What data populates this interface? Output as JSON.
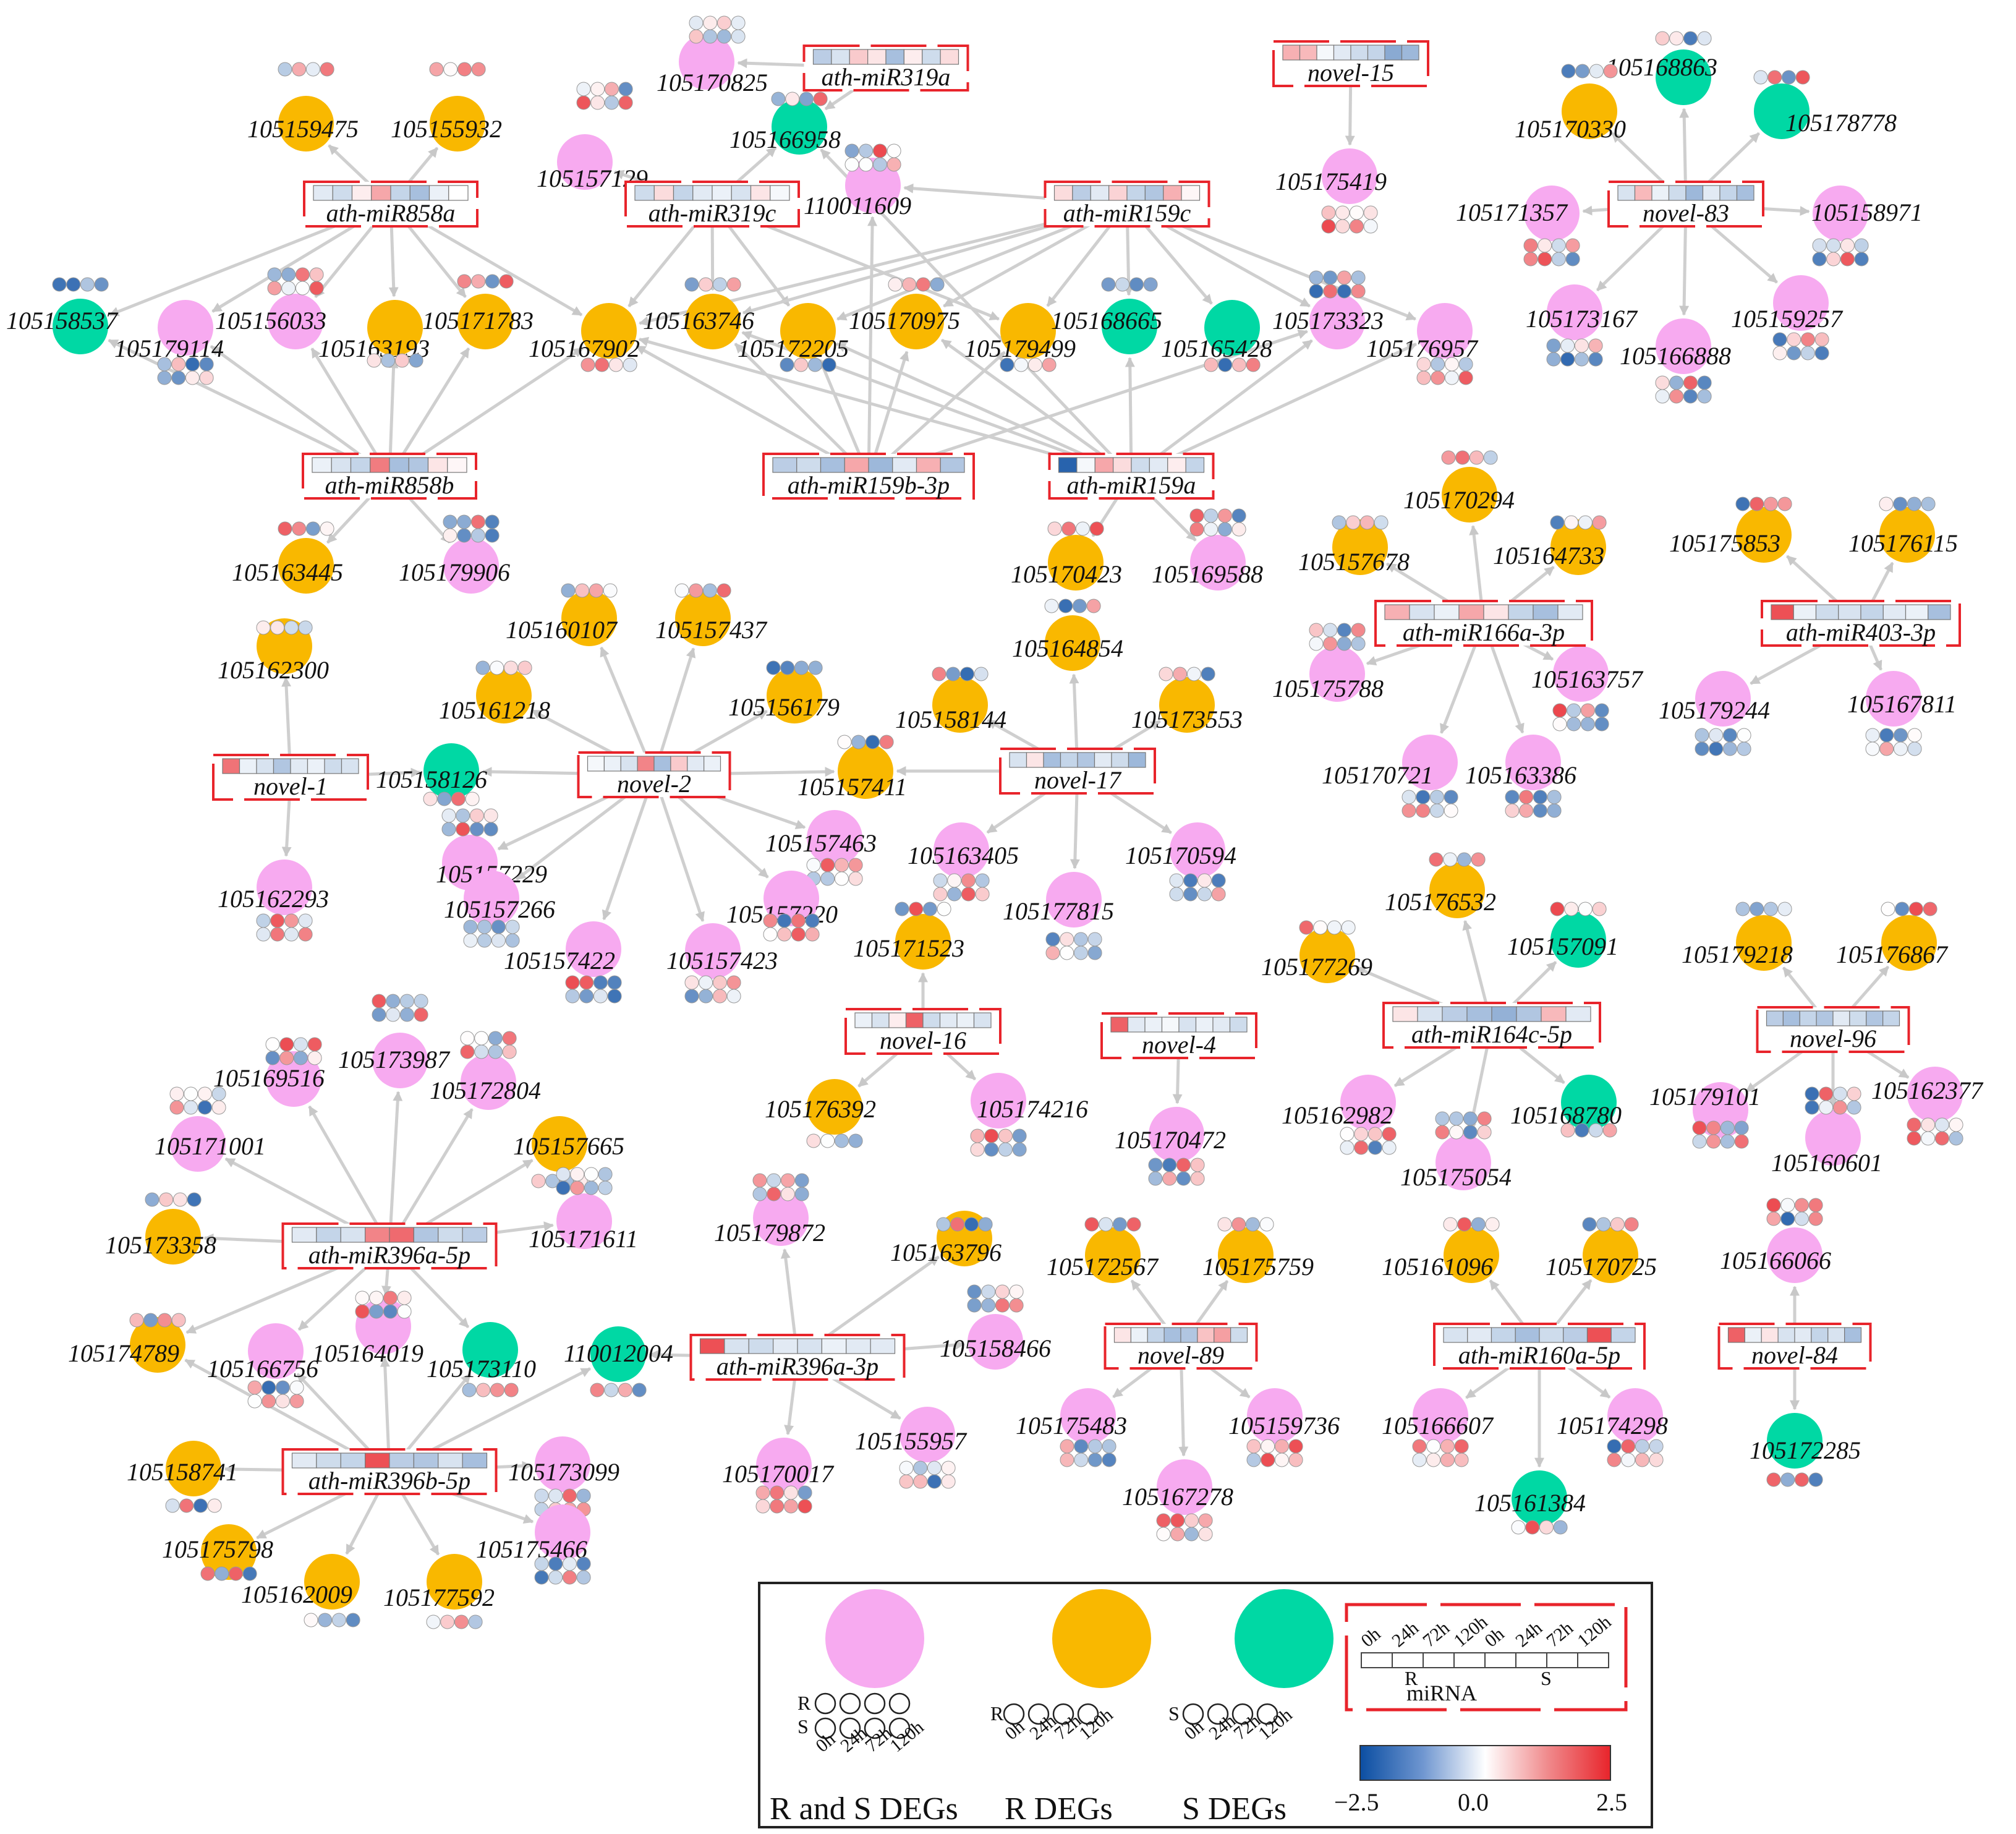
{
  "node_colors": {
    "RS": "#f7aaf0",
    "R": "#f9b800",
    "S": "#00d8a4"
  },
  "heat_colors": {
    "low": "#0b4ea2",
    "mid": "#ffffff",
    "high": "#e8242b"
  },
  "mirnas": [
    {
      "id": "ath-miR858a",
      "label": "ath-miR858a",
      "vals": [
        -0.3,
        -0.5,
        0.2,
        1.0,
        -0.6,
        -0.9,
        -0.2,
        0.0
      ]
    },
    {
      "id": "ath-miR319c",
      "label": "ath-miR319c",
      "vals": [
        -0.5,
        0.4,
        -0.6,
        -0.3,
        -0.2,
        -0.4,
        0.3,
        -0.1
      ]
    },
    {
      "id": "ath-miR319a",
      "label": "ath-miR319a",
      "vals": [
        -0.7,
        -0.4,
        0.6,
        0.3,
        -0.9,
        0.2,
        -0.5,
        0.4
      ]
    },
    {
      "id": "ath-miR159c",
      "label": "ath-miR159c",
      "vals": [
        0.4,
        -0.7,
        -0.3,
        0.5,
        -0.6,
        -0.8,
        0.9,
        0.1
      ]
    },
    {
      "id": "novel-15",
      "label": "novel-15",
      "vals": [
        0.9,
        0.8,
        -0.1,
        -0.3,
        -0.5,
        -0.6,
        -1.2,
        -1.0
      ]
    },
    {
      "id": "novel-83",
      "label": "novel-83",
      "vals": [
        -0.4,
        0.8,
        -0.2,
        -0.5,
        -1.0,
        -0.3,
        -0.6,
        -0.9
      ]
    },
    {
      "id": "ath-miR858b",
      "label": "ath-miR858b",
      "vals": [
        -0.2,
        -0.4,
        -0.6,
        1.5,
        -0.9,
        -0.8,
        0.3,
        0.1
      ]
    },
    {
      "id": "ath-miR159b-3p",
      "label": "ath-miR159b-3p",
      "vals": [
        -0.7,
        -0.5,
        -0.9,
        1.0,
        -1.0,
        -0.3,
        0.9,
        -0.8
      ]
    },
    {
      "id": "ath-miR159a",
      "label": "ath-miR159a",
      "vals": [
        -2.2,
        -0.1,
        1.0,
        0.4,
        -0.5,
        -0.3,
        0.2,
        -0.6
      ]
    },
    {
      "id": "ath-miR166a-3p",
      "label": "ath-miR166a-3p",
      "vals": [
        0.9,
        -0.4,
        -0.2,
        1.0,
        0.3,
        -0.6,
        -0.9,
        -0.3
      ]
    },
    {
      "id": "ath-miR403-3p",
      "label": "ath-miR403-3p",
      "vals": [
        2.0,
        -0.2,
        -0.5,
        -0.4,
        -0.6,
        -0.3,
        -0.2,
        -0.9
      ]
    },
    {
      "id": "novel-1",
      "label": "novel-1",
      "vals": [
        1.6,
        -0.2,
        -0.4,
        -0.8,
        -0.3,
        -0.2,
        -0.5,
        -0.4
      ]
    },
    {
      "id": "novel-2",
      "label": "novel-2",
      "vals": [
        -0.1,
        -0.2,
        -0.4,
        1.4,
        -0.9,
        0.6,
        -0.3,
        -0.2
      ]
    },
    {
      "id": "novel-17",
      "label": "novel-17",
      "vals": [
        -0.4,
        0.3,
        -0.9,
        -0.6,
        -0.8,
        -0.3,
        -0.5,
        -1.0
      ]
    },
    {
      "id": "ath-miR164c-5p",
      "label": "ath-miR164c-5p",
      "vals": [
        0.3,
        -0.4,
        -0.7,
        -0.9,
        -1.1,
        -0.8,
        0.8,
        -0.3
      ]
    },
    {
      "id": "novel-96",
      "label": "novel-96",
      "vals": [
        -0.7,
        -0.9,
        -0.6,
        -0.8,
        -0.3,
        -0.5,
        -0.8,
        -0.6
      ]
    },
    {
      "id": "novel-16",
      "label": "novel-16",
      "vals": [
        -0.2,
        -0.4,
        0.2,
        1.8,
        -0.5,
        -0.3,
        -0.2,
        -0.4
      ]
    },
    {
      "id": "novel-4",
      "label": "novel-4",
      "vals": [
        1.8,
        -0.3,
        -0.2,
        -0.1,
        -0.4,
        -0.2,
        -0.3,
        -0.5
      ]
    },
    {
      "id": "ath-miR396a-5p",
      "label": "ath-miR396a-5p",
      "vals": [
        -0.3,
        -0.6,
        -0.4,
        1.4,
        1.7,
        -0.8,
        -0.5,
        -0.7
      ]
    },
    {
      "id": "ath-miR396a-3p",
      "label": "ath-miR396a-3p",
      "vals": [
        2.0,
        -0.4,
        -0.5,
        -0.3,
        -0.4,
        -0.2,
        -0.3,
        -0.3
      ]
    },
    {
      "id": "novel-89",
      "label": "novel-89",
      "vals": [
        0.3,
        -0.2,
        -0.6,
        -0.9,
        -0.8,
        0.7,
        1.1,
        -0.5
      ]
    },
    {
      "id": "ath-miR160a-5p",
      "label": "ath-miR160a-5p",
      "vals": [
        -0.4,
        -0.3,
        -0.6,
        -0.9,
        -0.5,
        -0.7,
        2.0,
        -0.6
      ]
    },
    {
      "id": "novel-84",
      "label": "novel-84",
      "vals": [
        1.8,
        -0.2,
        0.3,
        -0.4,
        -0.3,
        -0.6,
        -0.4,
        -0.9
      ]
    },
    {
      "id": "ath-miR396b-5p",
      "label": "ath-miR396b-5p",
      "vals": [
        -0.3,
        -0.5,
        -0.6,
        2.0,
        -0.7,
        -0.8,
        -0.4,
        -0.9
      ]
    }
  ],
  "genes": [
    {
      "id": "105159475",
      "type": "R"
    },
    {
      "id": "105155932",
      "type": "R"
    },
    {
      "id": "105170825",
      "type": "RS"
    },
    {
      "id": "105157129",
      "type": "RS"
    },
    {
      "id": "105166958",
      "type": "S"
    },
    {
      "id": "110011609",
      "type": "RS"
    },
    {
      "id": "105175419",
      "type": "RS"
    },
    {
      "id": "105168863",
      "type": "S"
    },
    {
      "id": "105170330",
      "type": "R"
    },
    {
      "id": "105178778",
      "type": "S"
    },
    {
      "id": "105171357",
      "type": "RS"
    },
    {
      "id": "105158971",
      "type": "RS"
    },
    {
      "id": "105173167",
      "type": "RS"
    },
    {
      "id": "105166888",
      "type": "RS"
    },
    {
      "id": "105159257",
      "type": "RS"
    },
    {
      "id": "105158537",
      "type": "S"
    },
    {
      "id": "105179114",
      "type": "RS"
    },
    {
      "id": "105156033",
      "type": "RS"
    },
    {
      "id": "105163193",
      "type": "R"
    },
    {
      "id": "105171783",
      "type": "R"
    },
    {
      "id": "105167902",
      "type": "R"
    },
    {
      "id": "105163746",
      "type": "R"
    },
    {
      "id": "105172205",
      "type": "R"
    },
    {
      "id": "105170975",
      "type": "R"
    },
    {
      "id": "105179499",
      "type": "R"
    },
    {
      "id": "105168665",
      "type": "S"
    },
    {
      "id": "105165428",
      "type": "S"
    },
    {
      "id": "105173323",
      "type": "RS"
    },
    {
      "id": "105176957",
      "type": "RS"
    },
    {
      "id": "105163445",
      "type": "R"
    },
    {
      "id": "105179906",
      "type": "RS"
    },
    {
      "id": "105170423",
      "type": "R"
    },
    {
      "id": "105169588",
      "type": "RS"
    },
    {
      "id": "105170294",
      "type": "R"
    },
    {
      "id": "105157678",
      "type": "R"
    },
    {
      "id": "105164733",
      "type": "R"
    },
    {
      "id": "105175853",
      "type": "R"
    },
    {
      "id": "105176115",
      "type": "R"
    },
    {
      "id": "105175788",
      "type": "RS"
    },
    {
      "id": "105163757",
      "type": "RS"
    },
    {
      "id": "105170721",
      "type": "RS"
    },
    {
      "id": "105163386",
      "type": "RS"
    },
    {
      "id": "105179244",
      "type": "RS"
    },
    {
      "id": "105167811",
      "type": "RS"
    },
    {
      "id": "105162300",
      "type": "R"
    },
    {
      "id": "105162293",
      "type": "RS"
    },
    {
      "id": "105160107",
      "type": "R"
    },
    {
      "id": "105157437",
      "type": "R"
    },
    {
      "id": "105161218",
      "type": "R"
    },
    {
      "id": "105156179",
      "type": "R"
    },
    {
      "id": "105158126",
      "type": "S"
    },
    {
      "id": "105157411",
      "type": "R"
    },
    {
      "id": "105157229",
      "type": "RS"
    },
    {
      "id": "105157463",
      "type": "RS"
    },
    {
      "id": "105157266",
      "type": "RS"
    },
    {
      "id": "105157220",
      "type": "RS"
    },
    {
      "id": "105157422",
      "type": "RS"
    },
    {
      "id": "105157423",
      "type": "RS"
    },
    {
      "id": "105164854",
      "type": "R"
    },
    {
      "id": "105158144",
      "type": "R"
    },
    {
      "id": "105173553",
      "type": "R"
    },
    {
      "id": "105163405",
      "type": "RS"
    },
    {
      "id": "105170594",
      "type": "RS"
    },
    {
      "id": "105177815",
      "type": "RS"
    },
    {
      "id": "105176532",
      "type": "R"
    },
    {
      "id": "105177269",
      "type": "R"
    },
    {
      "id": "105157091",
      "type": "S"
    },
    {
      "id": "105162982",
      "type": "RS"
    },
    {
      "id": "105168780",
      "type": "S"
    },
    {
      "id": "105175054",
      "type": "RS"
    },
    {
      "id": "105179218",
      "type": "R"
    },
    {
      "id": "105176867",
      "type": "R"
    },
    {
      "id": "105179101",
      "type": "RS"
    },
    {
      "id": "105162377",
      "type": "RS"
    },
    {
      "id": "105160601",
      "type": "RS"
    },
    {
      "id": "105171523",
      "type": "R"
    },
    {
      "id": "105176392",
      "type": "R"
    },
    {
      "id": "105174216",
      "type": "RS"
    },
    {
      "id": "105170472",
      "type": "RS"
    },
    {
      "id": "105169516",
      "type": "RS"
    },
    {
      "id": "105173987",
      "type": "RS"
    },
    {
      "id": "105172804",
      "type": "RS"
    },
    {
      "id": "105171001",
      "type": "RS"
    },
    {
      "id": "105157665",
      "type": "R"
    },
    {
      "id": "105173358",
      "type": "R"
    },
    {
      "id": "105171611",
      "type": "RS"
    },
    {
      "id": "105179872",
      "type": "RS"
    },
    {
      "id": "105163796",
      "type": "R"
    },
    {
      "id": "105158466",
      "type": "RS"
    },
    {
      "id": "105170017",
      "type": "RS"
    },
    {
      "id": "105155957",
      "type": "RS"
    },
    {
      "id": "105172567",
      "type": "R"
    },
    {
      "id": "105175759",
      "type": "R"
    },
    {
      "id": "105175483",
      "type": "RS"
    },
    {
      "id": "105159736",
      "type": "RS"
    },
    {
      "id": "105167278",
      "type": "RS"
    },
    {
      "id": "105161096",
      "type": "R"
    },
    {
      "id": "105170725",
      "type": "R"
    },
    {
      "id": "105166607",
      "type": "RS"
    },
    {
      "id": "105174298",
      "type": "RS"
    },
    {
      "id": "105161384",
      "type": "S"
    },
    {
      "id": "105166066",
      "type": "RS"
    },
    {
      "id": "105172285",
      "type": "S"
    },
    {
      "id": "105174789",
      "type": "R"
    },
    {
      "id": "105166756",
      "type": "RS"
    },
    {
      "id": "105164019",
      "type": "RS"
    },
    {
      "id": "105173110",
      "type": "S"
    },
    {
      "id": "110012004",
      "type": "S"
    },
    {
      "id": "105158741",
      "type": "R"
    },
    {
      "id": "105173099",
      "type": "RS"
    },
    {
      "id": "105175798",
      "type": "R"
    },
    {
      "id": "105162009",
      "type": "R"
    },
    {
      "id": "105177592",
      "type": "R"
    },
    {
      "id": "105175466",
      "type": "RS"
    }
  ],
  "edges": [
    [
      "ath-miR858a",
      "105159475"
    ],
    [
      "ath-miR858a",
      "105155932"
    ],
    [
      "ath-miR858a",
      "105158537"
    ],
    [
      "ath-miR858a",
      "105179114"
    ],
    [
      "ath-miR858a",
      "105156033"
    ],
    [
      "ath-miR858a",
      "105171783"
    ],
    [
      "ath-miR858a",
      "105163193"
    ],
    [
      "ath-miR858a",
      "105167902"
    ],
    [
      "ath-miR319c",
      "105157129"
    ],
    [
      "ath-miR319c",
      "105166958"
    ],
    [
      "ath-miR319c",
      "105163746"
    ],
    [
      "ath-miR319c",
      "105167902"
    ],
    [
      "ath-miR319c",
      "105172205"
    ],
    [
      "ath-miR319c",
      "105179499"
    ],
    [
      "ath-miR319a",
      "105170825"
    ],
    [
      "ath-miR319a",
      "105166958"
    ],
    [
      "ath-miR159c",
      "110011609"
    ],
    [
      "ath-miR159c",
      "105167902"
    ],
    [
      "ath-miR159c",
      "105163746"
    ],
    [
      "ath-miR159c",
      "105172205"
    ],
    [
      "ath-miR159c",
      "105170975"
    ],
    [
      "ath-miR159c",
      "105179499"
    ],
    [
      "ath-miR159c",
      "105168665"
    ],
    [
      "ath-miR159c",
      "105165428"
    ],
    [
      "ath-miR159c",
      "105173323"
    ],
    [
      "ath-miR159c",
      "105176957"
    ],
    [
      "novel-15",
      "105175419"
    ],
    [
      "novel-83",
      "105168863"
    ],
    [
      "novel-83",
      "105170330"
    ],
    [
      "novel-83",
      "105178778"
    ],
    [
      "novel-83",
      "105171357"
    ],
    [
      "novel-83",
      "105158971"
    ],
    [
      "novel-83",
      "105173167"
    ],
    [
      "novel-83",
      "105166888"
    ],
    [
      "novel-83",
      "105159257"
    ],
    [
      "ath-miR858b",
      "105158537"
    ],
    [
      "ath-miR858b",
      "105179114"
    ],
    [
      "ath-miR858b",
      "105156033"
    ],
    [
      "ath-miR858b",
      "105163193"
    ],
    [
      "ath-miR858b",
      "105171783"
    ],
    [
      "ath-miR858b",
      "105167902"
    ],
    [
      "ath-miR858b",
      "105163445"
    ],
    [
      "ath-miR858b",
      "105179906"
    ],
    [
      "ath-miR159b-3p",
      "105167902"
    ],
    [
      "ath-miR159b-3p",
      "105163746"
    ],
    [
      "ath-miR159b-3p",
      "105172205"
    ],
    [
      "ath-miR159b-3p",
      "105170975"
    ],
    [
      "ath-miR159b-3p",
      "105179499"
    ],
    [
      "ath-miR159b-3p",
      "110011609"
    ],
    [
      "ath-miR159b-3p",
      "105173323"
    ],
    [
      "ath-miR159a",
      "105167902"
    ],
    [
      "ath-miR159a",
      "105163746"
    ],
    [
      "ath-miR159a",
      "105172205"
    ],
    [
      "ath-miR159a",
      "105170975"
    ],
    [
      "ath-miR159a",
      "105168665"
    ],
    [
      "ath-miR159a",
      "105173323"
    ],
    [
      "ath-miR159a",
      "105176957"
    ],
    [
      "ath-miR159a",
      "105170423"
    ],
    [
      "ath-miR159a",
      "105169588"
    ],
    [
      "ath-miR159a",
      "105166958"
    ],
    [
      "ath-miR166a-3p",
      "105170294"
    ],
    [
      "ath-miR166a-3p",
      "105157678"
    ],
    [
      "ath-miR166a-3p",
      "105164733"
    ],
    [
      "ath-miR166a-3p",
      "105175788"
    ],
    [
      "ath-miR166a-3p",
      "105163757"
    ],
    [
      "ath-miR166a-3p",
      "105170721"
    ],
    [
      "ath-miR166a-3p",
      "105163386"
    ],
    [
      "ath-miR403-3p",
      "105175853"
    ],
    [
      "ath-miR403-3p",
      "105176115"
    ],
    [
      "ath-miR403-3p",
      "105179244"
    ],
    [
      "ath-miR403-3p",
      "105167811"
    ],
    [
      "novel-1",
      "105162300"
    ],
    [
      "novel-1",
      "105162293"
    ],
    [
      "novel-1",
      "105158126"
    ],
    [
      "novel-2",
      "105160107"
    ],
    [
      "novel-2",
      "105157437"
    ],
    [
      "novel-2",
      "105161218"
    ],
    [
      "novel-2",
      "105156179"
    ],
    [
      "novel-2",
      "105158126"
    ],
    [
      "novel-2",
      "105157411"
    ],
    [
      "novel-2",
      "105157229"
    ],
    [
      "novel-2",
      "105157463"
    ],
    [
      "novel-2",
      "105157266"
    ],
    [
      "novel-2",
      "105157220"
    ],
    [
      "novel-2",
      "105157422"
    ],
    [
      "novel-2",
      "105157423"
    ],
    [
      "novel-17",
      "105164854"
    ],
    [
      "novel-17",
      "105158144"
    ],
    [
      "novel-17",
      "105173553"
    ],
    [
      "novel-17",
      "105157411"
    ],
    [
      "novel-17",
      "105163405"
    ],
    [
      "novel-17",
      "105170594"
    ],
    [
      "novel-17",
      "105177815"
    ],
    [
      "ath-miR164c-5p",
      "105176532"
    ],
    [
      "ath-miR164c-5p",
      "105177269"
    ],
    [
      "ath-miR164c-5p",
      "105157091"
    ],
    [
      "ath-miR164c-5p",
      "105162982"
    ],
    [
      "ath-miR164c-5p",
      "105168780"
    ],
    [
      "ath-miR164c-5p",
      "105175054"
    ],
    [
      "novel-96",
      "105179218"
    ],
    [
      "novel-96",
      "105176867"
    ],
    [
      "novel-96",
      "105179101"
    ],
    [
      "novel-96",
      "105162377"
    ],
    [
      "novel-96",
      "105160601"
    ],
    [
      "novel-16",
      "105171523"
    ],
    [
      "novel-16",
      "105176392"
    ],
    [
      "novel-16",
      "105174216"
    ],
    [
      "novel-4",
      "105170472"
    ],
    [
      "ath-miR396a-5p",
      "105169516"
    ],
    [
      "ath-miR396a-5p",
      "105173987"
    ],
    [
      "ath-miR396a-5p",
      "105172804"
    ],
    [
      "ath-miR396a-5p",
      "105171001"
    ],
    [
      "ath-miR396a-5p",
      "105157665"
    ],
    [
      "ath-miR396a-5p",
      "105173358"
    ],
    [
      "ath-miR396a-5p",
      "105171611"
    ],
    [
      "ath-miR396a-5p",
      "105174789"
    ],
    [
      "ath-miR396a-5p",
      "105166756"
    ],
    [
      "ath-miR396a-5p",
      "105164019"
    ],
    [
      "ath-miR396a-5p",
      "105173110"
    ],
    [
      "ath-miR396a-3p",
      "105179872"
    ],
    [
      "ath-miR396a-3p",
      "105163796"
    ],
    [
      "ath-miR396a-3p",
      "105158466"
    ],
    [
      "ath-miR396a-3p",
      "105170017"
    ],
    [
      "ath-miR396a-3p",
      "105155957"
    ],
    [
      "ath-miR396a-3p",
      "110012004"
    ],
    [
      "novel-89",
      "105172567"
    ],
    [
      "novel-89",
      "105175759"
    ],
    [
      "novel-89",
      "105175483"
    ],
    [
      "novel-89",
      "105159736"
    ],
    [
      "novel-89",
      "105167278"
    ],
    [
      "ath-miR160a-5p",
      "105161096"
    ],
    [
      "ath-miR160a-5p",
      "105170725"
    ],
    [
      "ath-miR160a-5p",
      "105166607"
    ],
    [
      "ath-miR160a-5p",
      "105174298"
    ],
    [
      "ath-miR160a-5p",
      "105161384"
    ],
    [
      "novel-84",
      "105166066"
    ],
    [
      "novel-84",
      "105172285"
    ],
    [
      "ath-miR396b-5p",
      "105174789"
    ],
    [
      "ath-miR396b-5p",
      "105166756"
    ],
    [
      "ath-miR396b-5p",
      "105164019"
    ],
    [
      "ath-miR396b-5p",
      "105173110"
    ],
    [
      "ath-miR396b-5p",
      "110012004"
    ],
    [
      "ath-miR396b-5p",
      "105158741"
    ],
    [
      "ath-miR396b-5p",
      "105173099"
    ],
    [
      "ath-miR396b-5p",
      "105175798"
    ],
    [
      "ath-miR396b-5p",
      "105162009"
    ],
    [
      "ath-miR396b-5p",
      "105177592"
    ],
    [
      "ath-miR396b-5p",
      "105175466"
    ]
  ],
  "legend": {
    "rs_label": "R and S DEGs",
    "r_label": "R DEGs",
    "s_label": "S DEGs",
    "row_r": "R",
    "row_s": "S",
    "times": [
      "0h",
      "24h",
      "72h",
      "120h"
    ],
    "mirna_label": "miRNA",
    "mirna_r": "R",
    "mirna_s": "S",
    "scale_min": "−2.5",
    "scale_mid": "0.0",
    "scale_max": "2.5"
  }
}
